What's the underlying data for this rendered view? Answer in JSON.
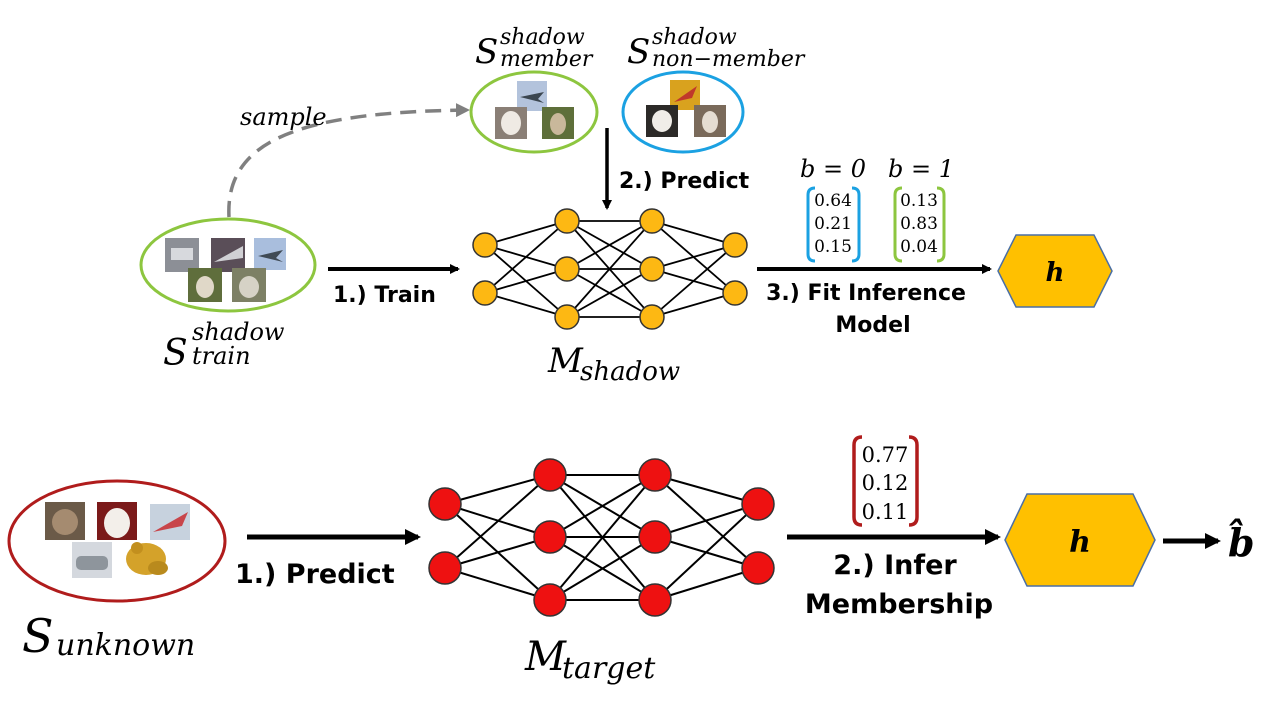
{
  "top": {
    "train_set": {
      "symbol": "S",
      "superscript": "shadow",
      "subscript": "train"
    },
    "member_set": {
      "symbol": "S",
      "superscript": "shadow",
      "subscript": "member"
    },
    "nonmember_set": {
      "symbol": "S",
      "superscript": "shadow",
      "subscript": "non−member"
    },
    "sample_label": "sample",
    "step_train": "1.) Train",
    "step_predict": "2.) Predict",
    "step_fit_line1": "3.) Fit Inference",
    "step_fit_line2": "Model",
    "model": {
      "symbol": "M",
      "subscript": "shadow"
    },
    "vector_b0": {
      "label": "b = 0",
      "values": [
        "0.64",
        "0.21",
        "0.15"
      ]
    },
    "vector_b1": {
      "label": "b = 1",
      "values": [
        "0.13",
        "0.83",
        "0.04"
      ]
    },
    "inference_model": "h"
  },
  "bottom": {
    "unknown_set": {
      "symbol": "S",
      "subscript": "unknown"
    },
    "step_predict": "1.) Predict",
    "model": {
      "symbol": "M",
      "subscript": "target"
    },
    "vector": {
      "values": [
        "0.77",
        "0.12",
        "0.11"
      ]
    },
    "step_infer_line1": "2.) Infer",
    "step_infer_line2": "Membership",
    "inference_model": "h",
    "output": "b̂"
  },
  "colors": {
    "green": "#8dc63f",
    "blue": "#1ba1e2",
    "dark_red": "#b01c1c",
    "yellow_node": "#fdb813",
    "red_node": "#ee1111",
    "hexagon_fill": "#ffc000",
    "hexagon_stroke": "#4a6fa5",
    "dashed_arrow": "#808080"
  }
}
